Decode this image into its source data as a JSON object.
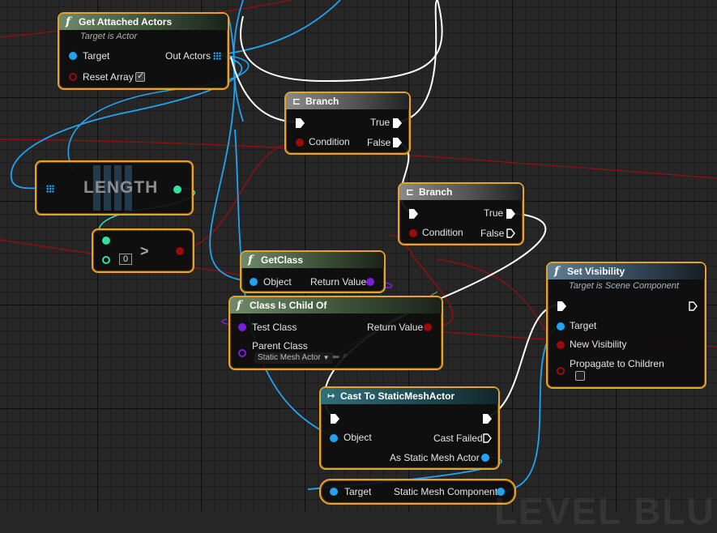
{
  "nodes": {
    "get_attached_actors": {
      "title": "Get Attached Actors",
      "subtitle": "Target is Actor",
      "target": "Target",
      "out_actors": "Out Actors",
      "reset_array": "Reset Array"
    },
    "branch1": {
      "title": "Branch",
      "true_label": "True",
      "false_label": "False",
      "condition": "Condition"
    },
    "length": {
      "title": "LENGTH"
    },
    "greater": {
      "symbol": ">",
      "value": "0"
    },
    "branch2": {
      "title": "Branch",
      "true_label": "True",
      "false_label": "False",
      "condition": "Condition"
    },
    "get_class": {
      "title": "GetClass",
      "object": "Object",
      "return_value": "Return Value"
    },
    "class_is_child_of": {
      "title": "Class Is Child Of",
      "test_class": "Test Class",
      "return_value": "Return Value",
      "parent_class": "Parent Class",
      "parent_class_value": "Static Mesh Actor"
    },
    "set_visibility": {
      "title": "Set Visibility",
      "subtitle": "Target is Scene Component",
      "target": "Target",
      "new_visibility": "New Visibility",
      "propagate": "Propagate to Children"
    },
    "cast": {
      "title": "Cast To StaticMeshActor",
      "object": "Object",
      "cast_failed": "Cast Failed",
      "as_static_mesh_actor": "As Static Mesh Actor"
    },
    "static_mesh_component": {
      "target": "Target",
      "component": "Static Mesh Component"
    }
  },
  "watermark": "LEVEL BLU",
  "colors": {
    "node_border": "#e8a229",
    "exec_wire": "#ffffff",
    "object_wire": "#21a3f2",
    "bool_wire": "#9c0a0a",
    "class_wire": "#7a1fd6",
    "int_wire": "#33e0a0"
  }
}
